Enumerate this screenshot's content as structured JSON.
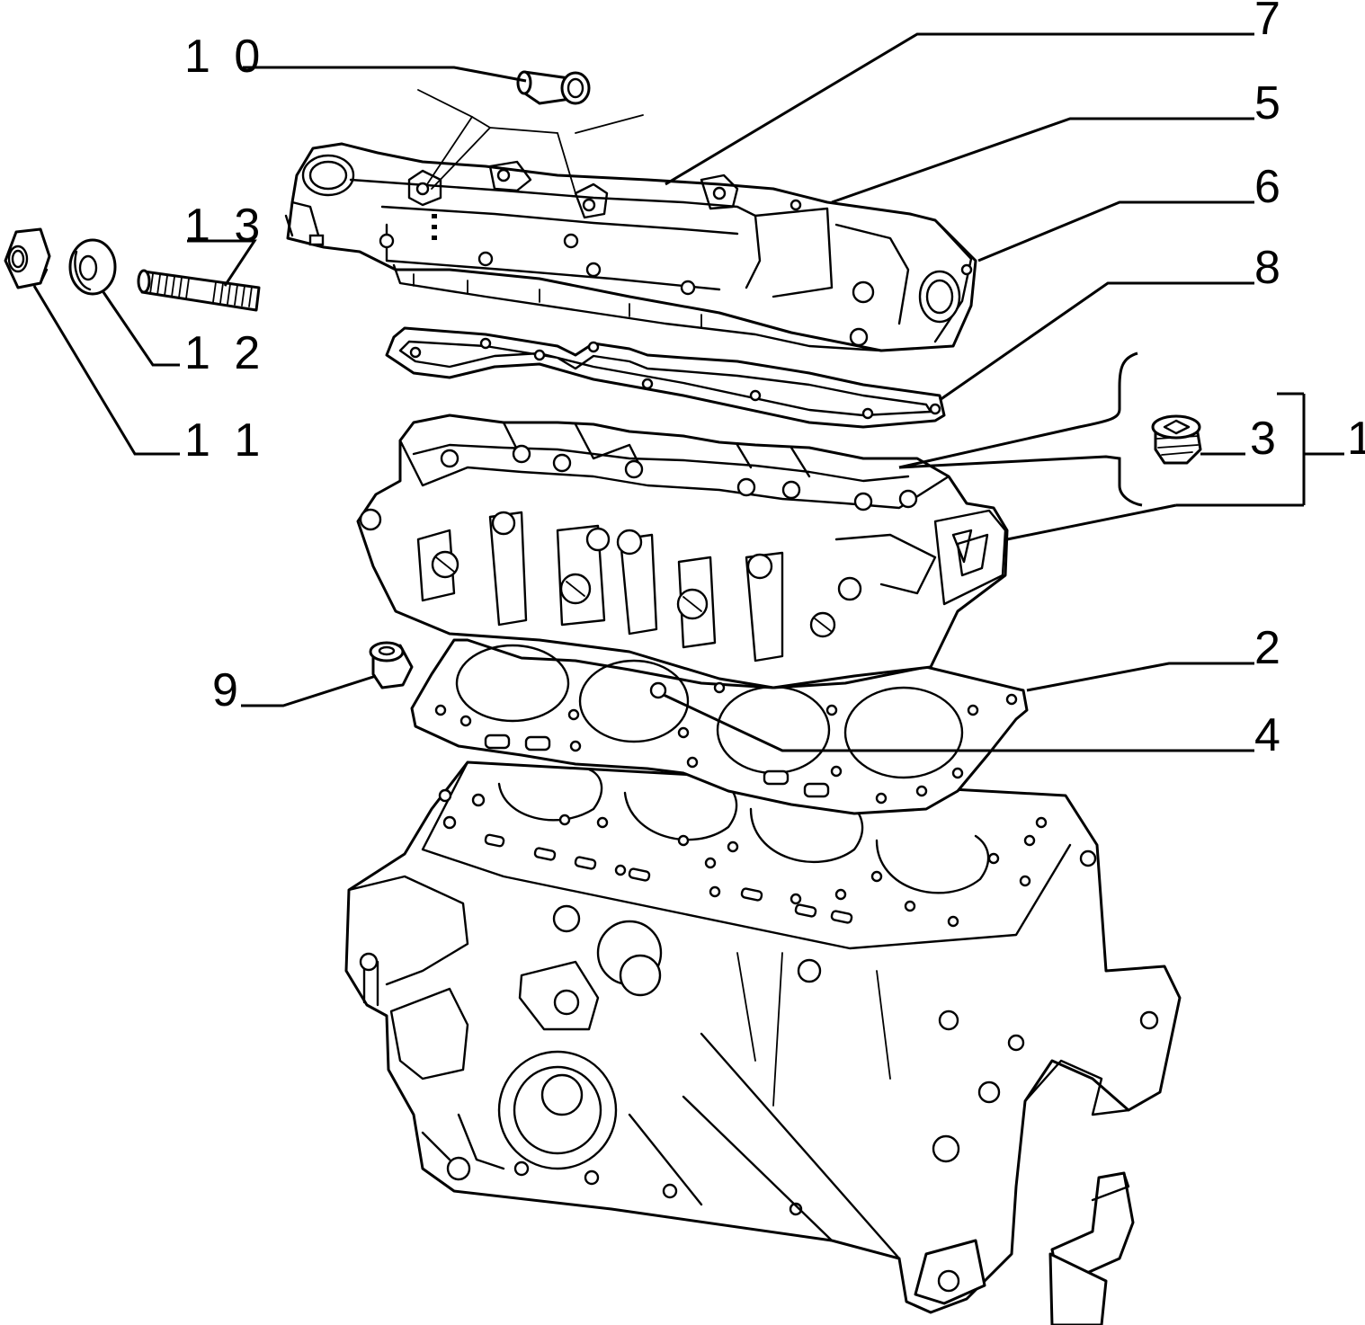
{
  "colors": {
    "line": "#000000",
    "background": "#ffffff"
  },
  "callouts": [
    {
      "id": "1",
      "text": "1"
    },
    {
      "id": "2",
      "text": "2"
    },
    {
      "id": "3",
      "text": "3"
    },
    {
      "id": "4",
      "text": "4"
    },
    {
      "id": "5",
      "text": "5"
    },
    {
      "id": "6",
      "text": "6"
    },
    {
      "id": "7",
      "text": "7"
    },
    {
      "id": "8",
      "text": "8"
    },
    {
      "id": "9",
      "text": "9"
    },
    {
      "id": "10",
      "text": "1 0"
    },
    {
      "id": "11",
      "text": "1 1"
    },
    {
      "id": "12",
      "text": "1 2"
    },
    {
      "id": "13",
      "text": "1 3"
    }
  ]
}
